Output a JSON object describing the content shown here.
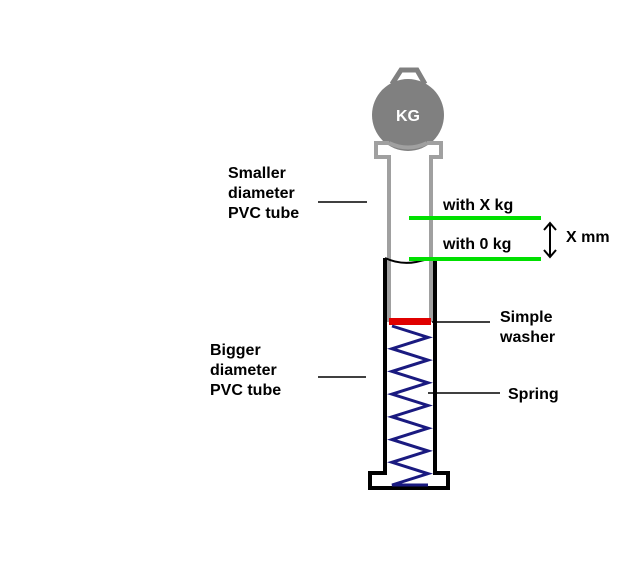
{
  "weight": {
    "label": "KG"
  },
  "labels": {
    "smaller_tube": [
      "Smaller",
      "diameter",
      "PVC tube"
    ],
    "bigger_tube": [
      "Bigger",
      "diameter",
      "PVC tube"
    ],
    "with_x_kg": "with X kg",
    "with_0_kg": "with 0 kg",
    "x_mm": "X mm",
    "washer": [
      "Simple",
      "washer"
    ],
    "spring": "Spring"
  },
  "colors": {
    "weight": "#808080",
    "small_tube": "#a0a0a0",
    "big_tube": "#000000",
    "indicator": "#00e000",
    "washer": "#e00000",
    "spring": "#1a1a80"
  },
  "spring": {
    "zigzags": 7
  }
}
